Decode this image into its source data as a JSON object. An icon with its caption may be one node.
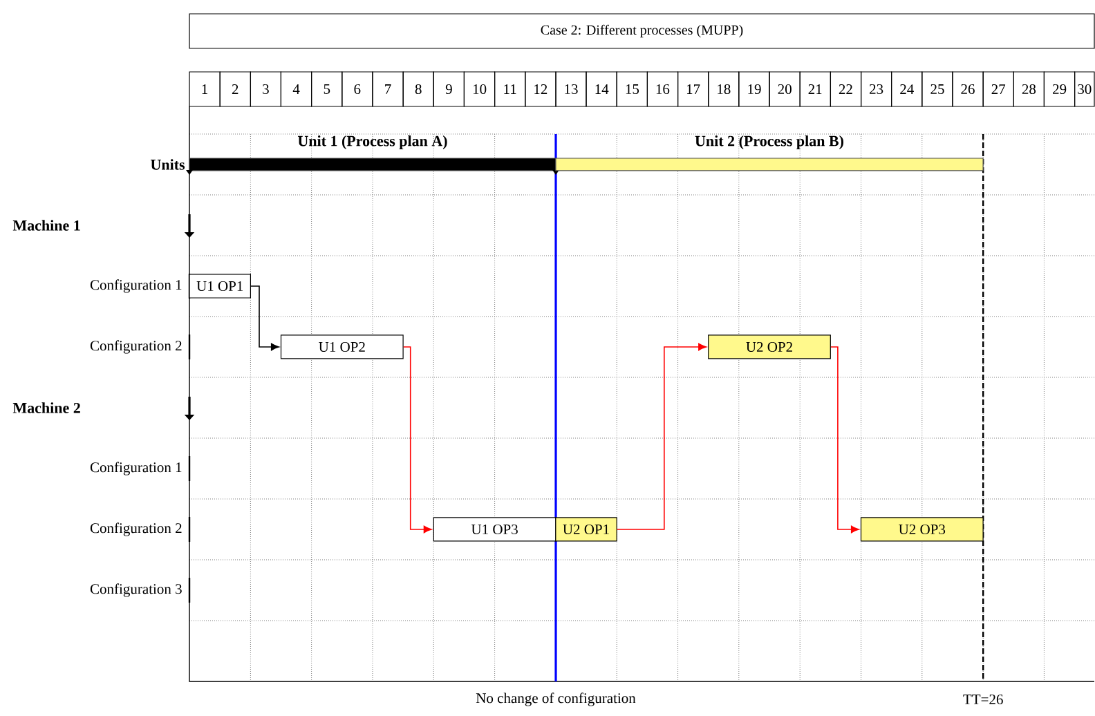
{
  "diagram": {
    "title": "Case 2: Different processes (MUPP)",
    "nodes": [
      {
        "text": [
          "Unit 1 (Process plan A)"
        ]
      },
      {
        "text": [
          "Unit 2 (Process plan B)"
        ]
      },
      {
        "text": [
          "U1 OP1"
        ]
      },
      {
        "text": [
          "U1 OP2"
        ]
      },
      {
        "text": [
          "U1 OP3"
        ]
      },
      {
        "text": [
          "U2 OP1"
        ]
      },
      {
        "text": [
          "U2 OP2"
        ]
      },
      {
        "text": [
          "U2 OP3"
        ]
      }
    ],
    "edges": [
      {
        "from": 2,
        "to": 3,
        "arrow": "to",
        "color": "#000000"
      },
      {
        "from": 3,
        "to": 4,
        "arrow": "to"
      },
      {
        "from": 5,
        "to": 6,
        "arrow": "to"
      },
      {
        "from": 6,
        "to": 7,
        "arrow": "to"
      }
    ],
    "labels": [
      "1",
      "2",
      "3",
      "4",
      "5",
      "6",
      "7",
      "8",
      "9",
      "10",
      "11",
      "12",
      "13",
      "14",
      "15",
      "16",
      "17",
      "18",
      "19",
      "20",
      "21",
      "22",
      "23",
      "24",
      "25",
      "26",
      "27",
      "28",
      "29",
      "30",
      "Units",
      "Machine 1",
      "Configuration 1",
      "Configuration 2",
      "Machine 2",
      "Configuration 1",
      "Configuration 2",
      "Configuration 3",
      "No change of configuration",
      "TT=26"
    ]
  }
}
